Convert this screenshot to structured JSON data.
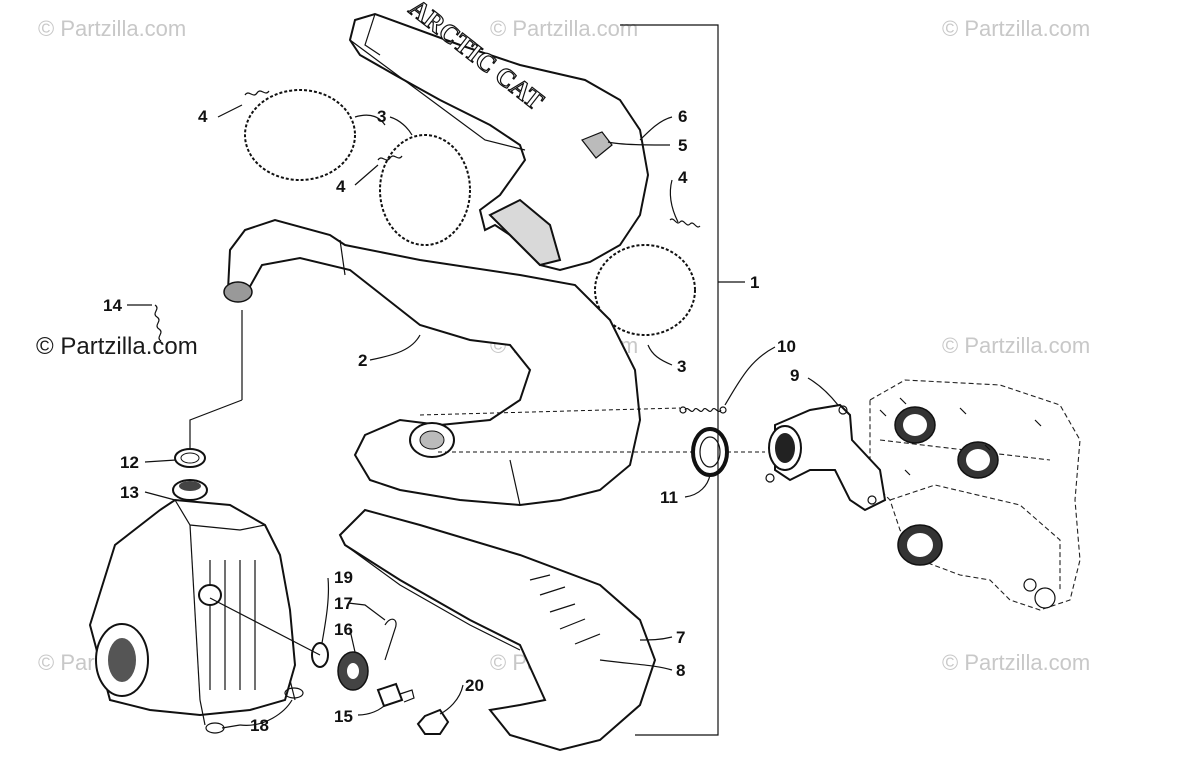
{
  "watermarks": [
    {
      "id": "wm-1",
      "text": "© Partzilla.com"
    },
    {
      "id": "wm-2",
      "text": "© Partzilla.com"
    },
    {
      "id": "wm-3",
      "text": "© Partzilla.com"
    },
    {
      "id": "wm-4",
      "text": "© Partzilla.com"
    },
    {
      "id": "wm-5",
      "text": "© Partzilla.com"
    },
    {
      "id": "wm-6",
      "text": "© Partzilla.com"
    },
    {
      "id": "wm-7",
      "text": "© Partzilla.com"
    },
    {
      "id": "wm-8",
      "text": "© Partzilla.com"
    }
  ],
  "main_watermark": "© Partzilla.com",
  "callouts": {
    "c1": "1",
    "c2": "2",
    "c3a": "3",
    "c3b": "3",
    "c4a": "4",
    "c4b": "4",
    "c4c": "4",
    "c5": "5",
    "c6": "6",
    "c7": "7",
    "c8": "8",
    "c9": "9",
    "c10": "10",
    "c11": "11",
    "c12": "12",
    "c13": "13",
    "c14": "14",
    "c15": "15",
    "c16": "16",
    "c17": "17",
    "c18": "18",
    "c19": "19",
    "c20": "20"
  },
  "heat_shield_lettering": "ARCTIC CAT"
}
